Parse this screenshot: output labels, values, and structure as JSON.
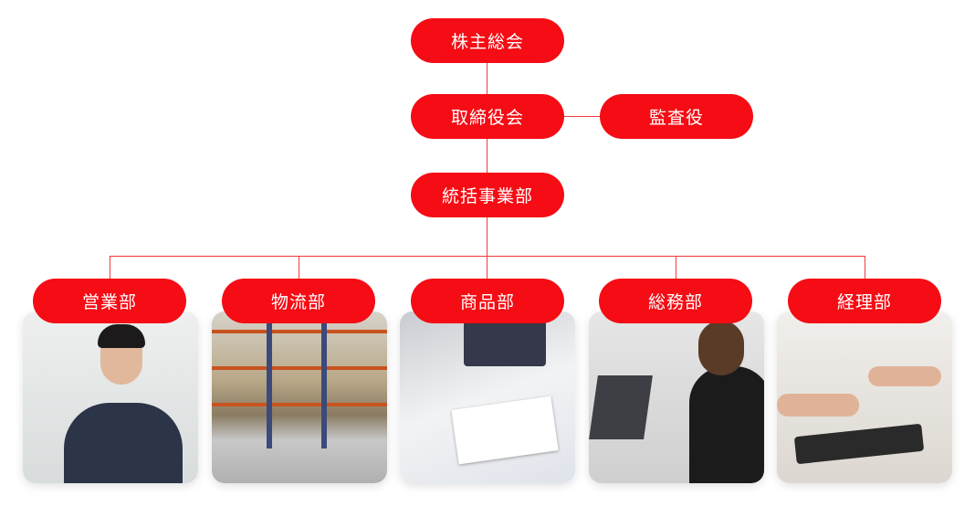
{
  "top": {
    "shareholders": "株主総会",
    "board": "取締役会",
    "auditor": "監査役",
    "integrated": "統括事業部"
  },
  "departments": [
    {
      "label": "営業部",
      "photo": "businessman-photo"
    },
    {
      "label": "物流部",
      "photo": "warehouse-photo"
    },
    {
      "label": "商品部",
      "photo": "charts-meeting-photo"
    },
    {
      "label": "総務部",
      "photo": "laptop-work-photo"
    },
    {
      "label": "経理部",
      "photo": "calculator-photo"
    }
  ],
  "colors": {
    "accent": "#f50c14",
    "line": "#f03c40"
  }
}
